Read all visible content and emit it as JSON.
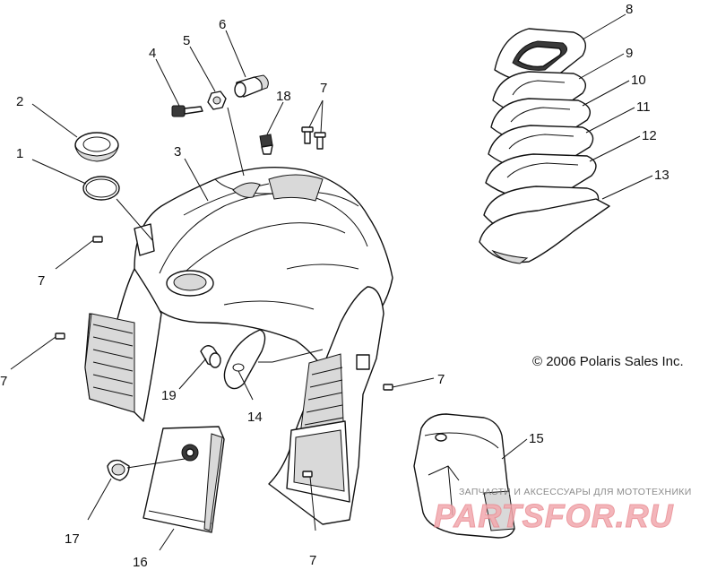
{
  "diagram": {
    "copyright": "© 2006 Polaris Sales Inc.",
    "watermark": {
      "line1": "ЗАПЧАСТИ И АКСЕССУАРЫ ДЛЯ МОТОТЕХНИКИ",
      "line2": "PARTSFOR.RU"
    },
    "callouts": [
      "1",
      "2",
      "3",
      "4",
      "5",
      "6",
      "7",
      "8",
      "9",
      "10",
      "11",
      "12",
      "13",
      "14",
      "15",
      "16",
      "17",
      "18",
      "19"
    ]
  }
}
